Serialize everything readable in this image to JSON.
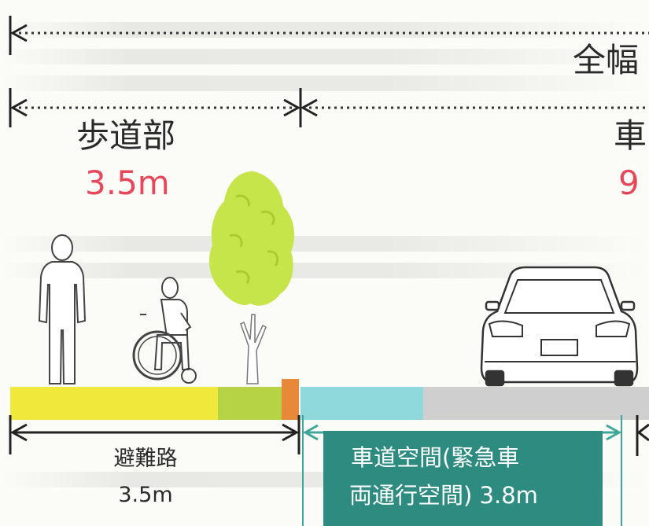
{
  "labels": {
    "total_width": "全幅",
    "sidewalk": "歩道部",
    "sidewalk_width": "3.5m",
    "roadway": "車",
    "roadway_width": "9",
    "evac_route": "避難路",
    "evac_width": "3.5m",
    "roadway_space_line1": "車道空間(緊急車",
    "roadway_space_line2": "両通行空間) 3.8m"
  },
  "colors": {
    "accent_red": "#e8475a",
    "teal_box": "#2e8b80",
    "teal_arrow": "#3fa79a",
    "yellow_strip": "#f1e83c",
    "green_strip": "#b6d345",
    "orange_strip": "#e8893a",
    "cyan_strip": "#8fd9dc",
    "gray_strip": "#cfcfcf"
  },
  "icons": [
    "standing-person-icon",
    "wheelchair-user-icon",
    "tree-icon",
    "car-icon"
  ]
}
